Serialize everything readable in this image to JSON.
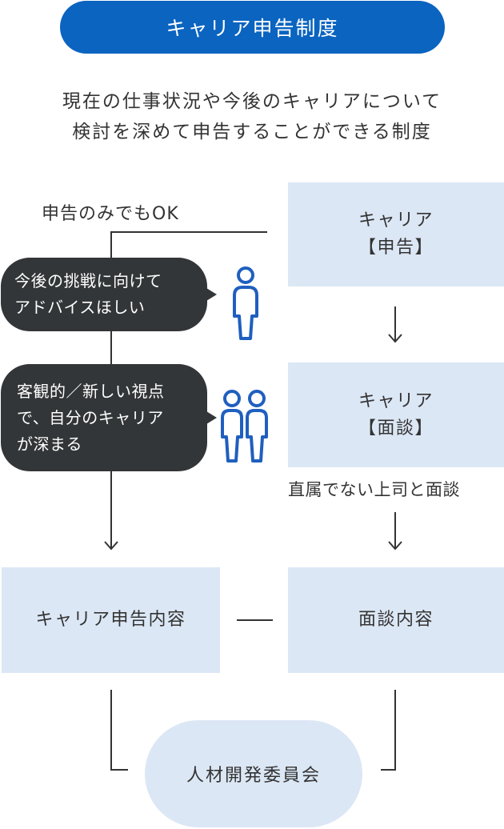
{
  "title": "キャリア申告制度",
  "description": [
    "現在の仕事状況や今後のキャリアについて",
    "検討を深めて申告することができる制度"
  ],
  "boxes": {
    "career_declaration": {
      "line1": "キャリア",
      "line2": "【申告】"
    },
    "career_interview": {
      "line1": "キャリア",
      "line2": "【面談】"
    },
    "declaration_content": "キャリア申告内容",
    "interview_content": "面談内容"
  },
  "notes": {
    "declaration_only": "申告のみでもOK",
    "non_direct_boss": "直属でない上司と面談"
  },
  "bubbles": {
    "advice": [
      "今後の挑戦に向けて",
      "アドバイスほしい"
    ],
    "perspective": [
      "客観的／新しい視点",
      "で、自分のキャリア",
      "が深まる"
    ]
  },
  "committee": "人材開発委員会",
  "colors": {
    "title_bg": "#0a64c0",
    "box_bg": "#dce7f5",
    "bubble_bg": "#333638",
    "icon": "#1f5fbf",
    "line": "#333333"
  },
  "icons": {
    "single_person": "person-icon",
    "two_people": "two-people-icon"
  }
}
